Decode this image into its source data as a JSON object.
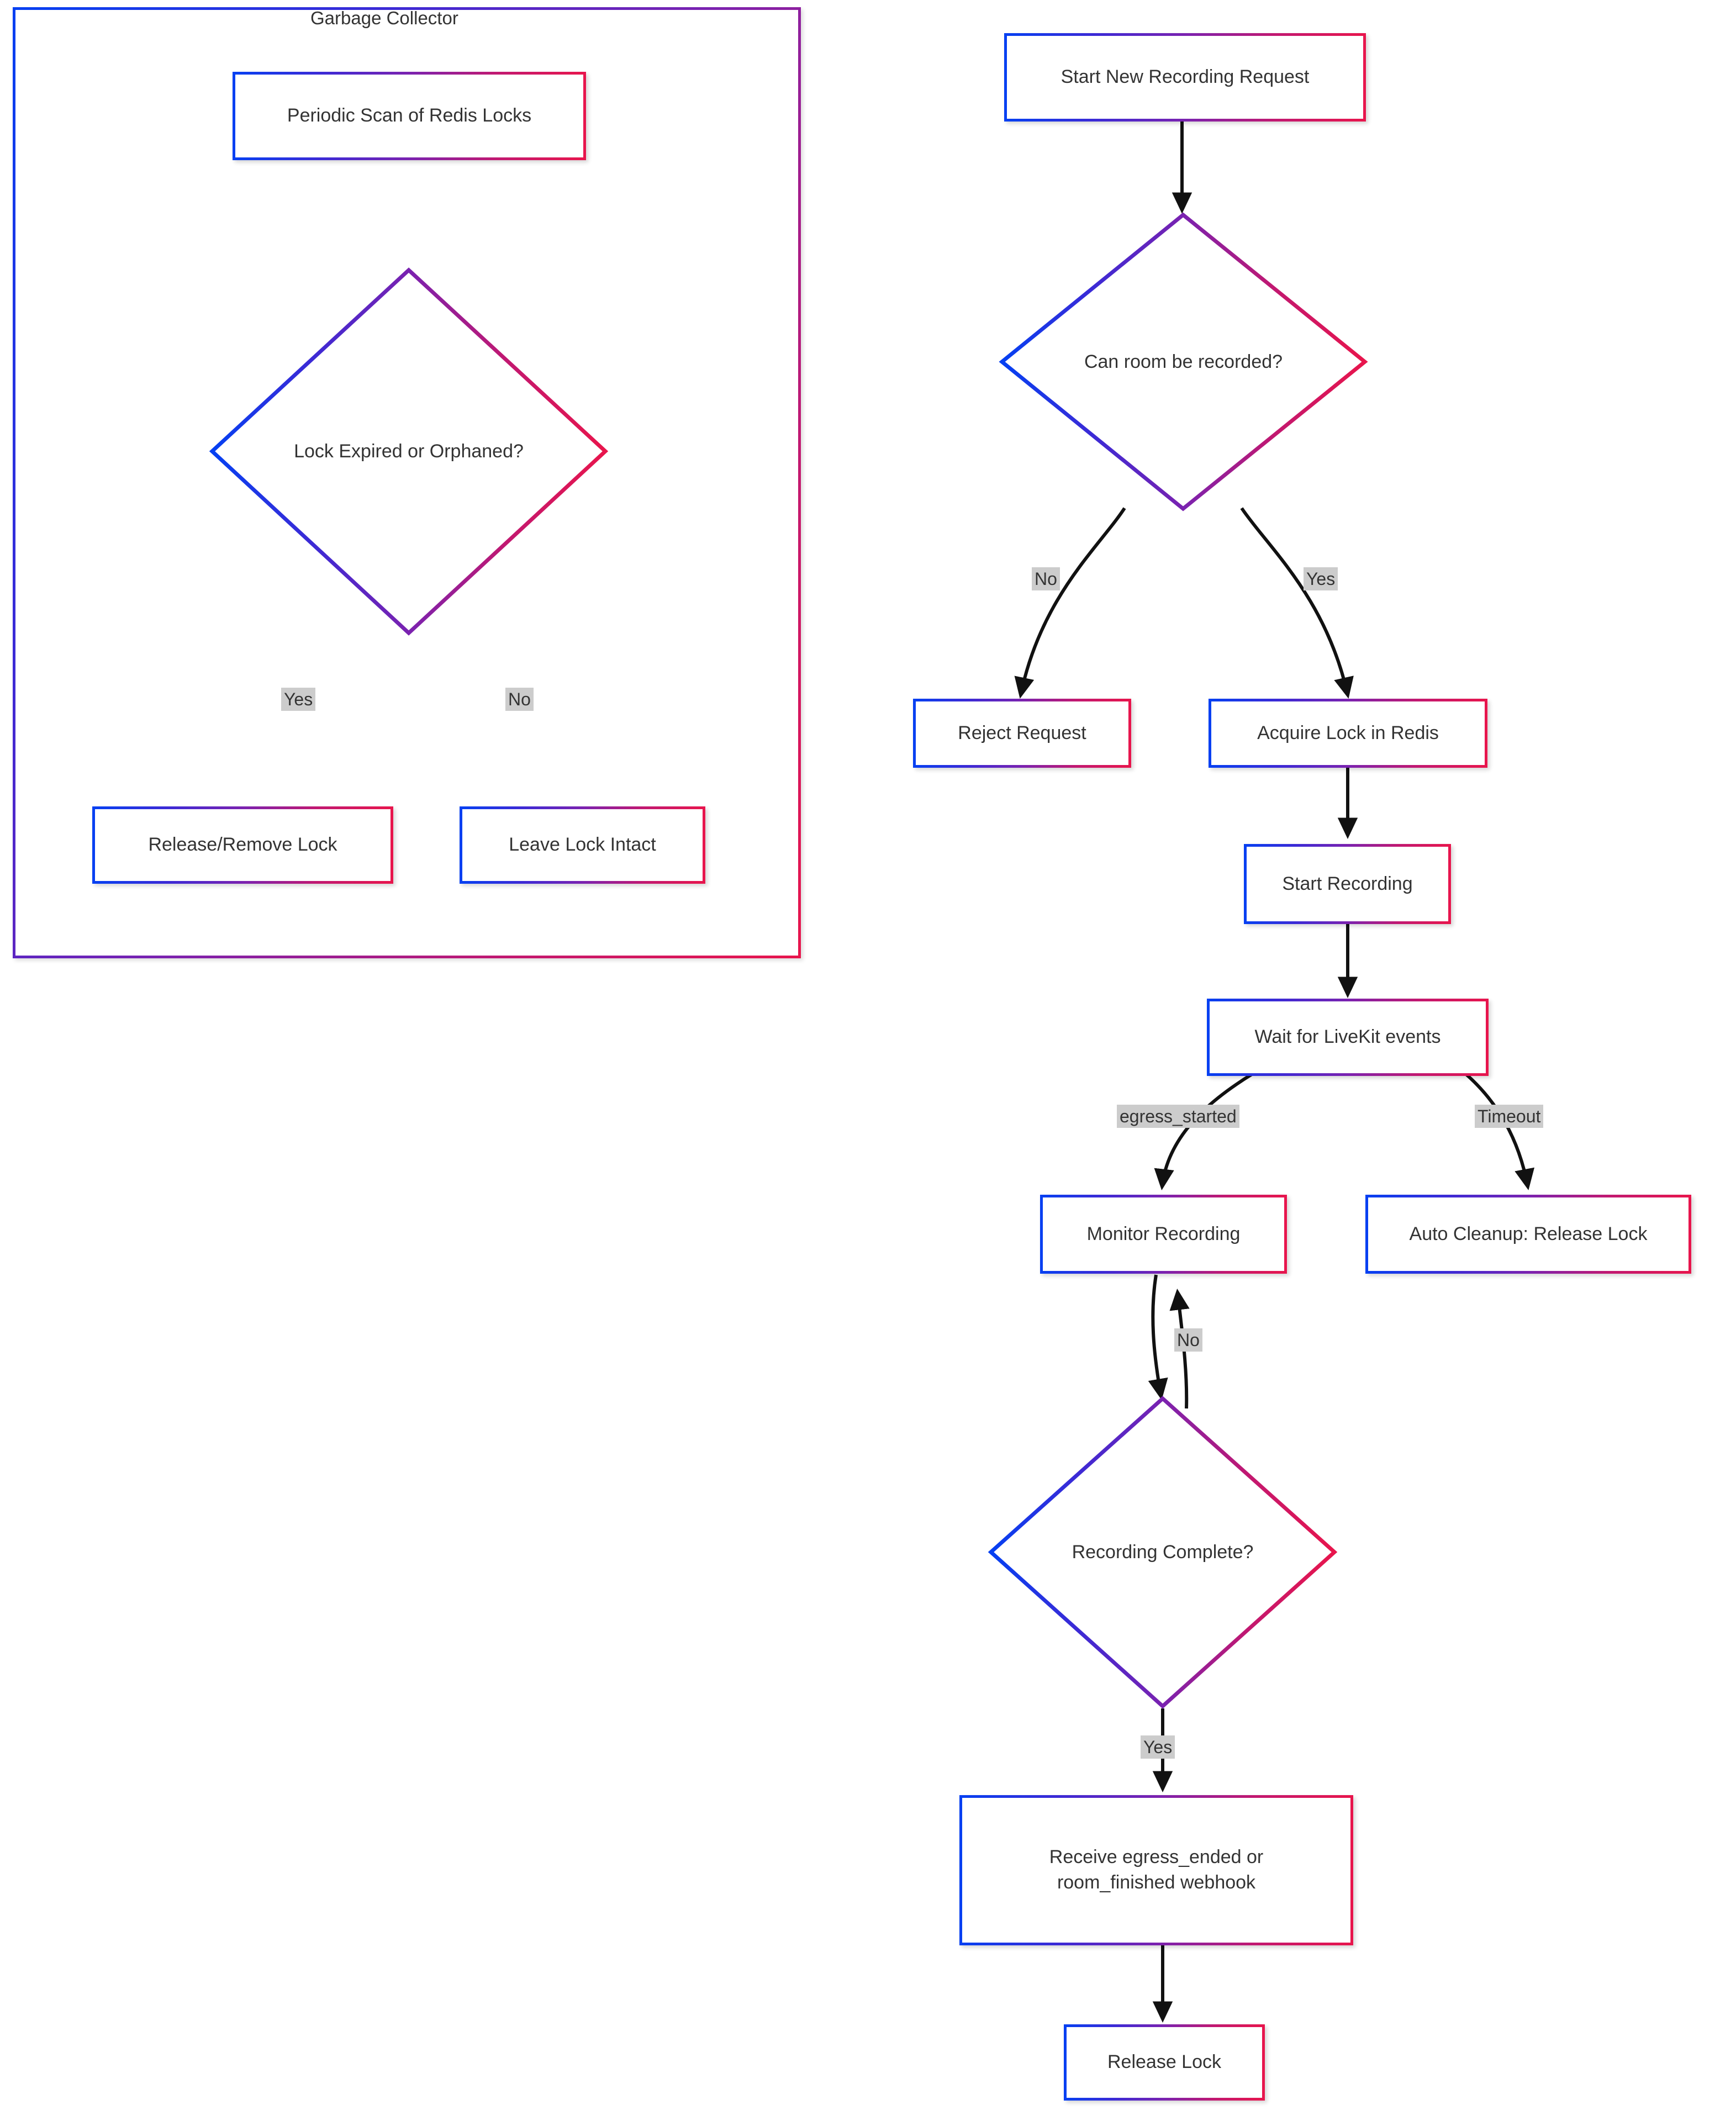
{
  "diagram": {
    "type": "flowchart",
    "orientation": "top-down",
    "theme": {
      "edge_color": "#111111",
      "node_border_gradient_start": "#0540f2",
      "node_border_gradient_mid": "#7a22b0",
      "node_border_gradient_end": "#e8154c",
      "node_fill": "#ffffff",
      "text_color": "#333333",
      "edge_label_background": "#cccccc"
    }
  },
  "subgraph": {
    "title": "Garbage Collector",
    "nodes": {
      "scan": "Periodic Scan of Redis Locks",
      "decision": "Lock Expired or Orphaned?",
      "release": "Release/Remove Lock",
      "leave": "Leave Lock Intact"
    },
    "edge_labels": {
      "yes": "Yes",
      "no": "No"
    }
  },
  "main_flow": {
    "nodes": {
      "start": "Start New Recording Request",
      "can_record": "Can room be recorded?",
      "reject": "Reject Request",
      "acquire": "Acquire Lock in Redis",
      "start_rec": "Start Recording",
      "wait": "Wait for LiveKit events",
      "monitor": "Monitor Recording",
      "auto_cleanup": "Auto Cleanup: Release Lock",
      "complete": "Recording Complete?",
      "webhook_line1": "Receive egress_ended or",
      "webhook_line2": "room_finished webhook",
      "release": "Release Lock"
    },
    "edge_labels": {
      "no_record": "No",
      "yes_record": "Yes",
      "egress_started": "egress_started",
      "timeout": "Timeout",
      "loop_no": "No",
      "complete_yes": "Yes"
    }
  }
}
